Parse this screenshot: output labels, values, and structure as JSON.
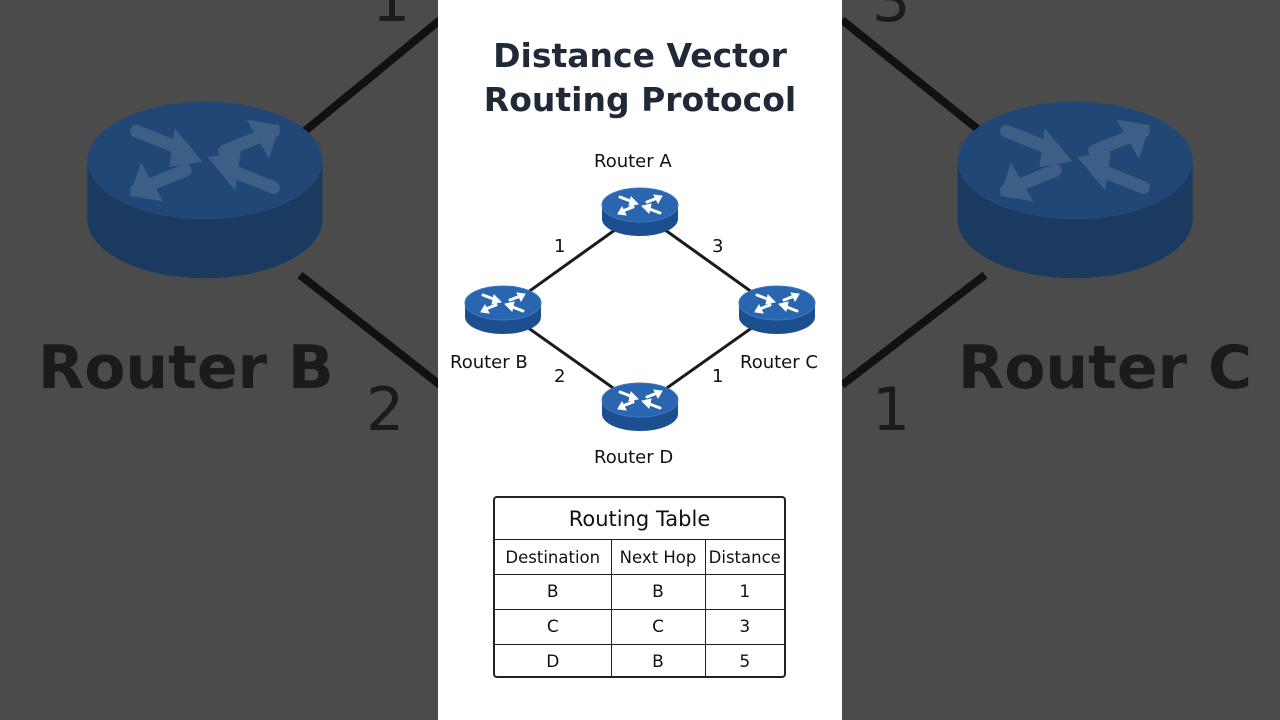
{
  "title": {
    "line1": "Distance Vector",
    "line2": "Routing Protocol"
  },
  "diagram": {
    "nodes": {
      "a": {
        "label": "Router A",
        "icon": "router-icon"
      },
      "b": {
        "label": "Router B",
        "icon": "router-icon"
      },
      "c": {
        "label": "Router C",
        "icon": "router-icon"
      },
      "d": {
        "label": "Router D",
        "icon": "router-icon"
      }
    },
    "edges": {
      "a_b": {
        "from": "Router A",
        "to": "Router B",
        "cost": "1"
      },
      "a_c": {
        "from": "Router A",
        "to": "Router C",
        "cost": "3"
      },
      "b_d": {
        "from": "Router B",
        "to": "Router D",
        "cost": "2"
      },
      "c_d": {
        "from": "Router C",
        "to": "Router D",
        "cost": "1"
      }
    }
  },
  "routing_table": {
    "title": "Routing Table",
    "headers": [
      "Destination",
      "Next Hop",
      "Distance"
    ],
    "rows": [
      [
        "B",
        "B",
        "1"
      ],
      [
        "C",
        "C",
        "3"
      ],
      [
        "D",
        "B",
        "5"
      ]
    ]
  },
  "background": {
    "left_label": "Router B",
    "right_label": "Router C",
    "left_top_num": "1",
    "left_bottom_num": "2",
    "right_top_num": "3",
    "right_bottom_num": "1"
  },
  "colors": {
    "router_top": "#2a66b0",
    "router_side": "#1c4f8f",
    "background": "#4b4b4b",
    "panel": "#ffffff"
  }
}
